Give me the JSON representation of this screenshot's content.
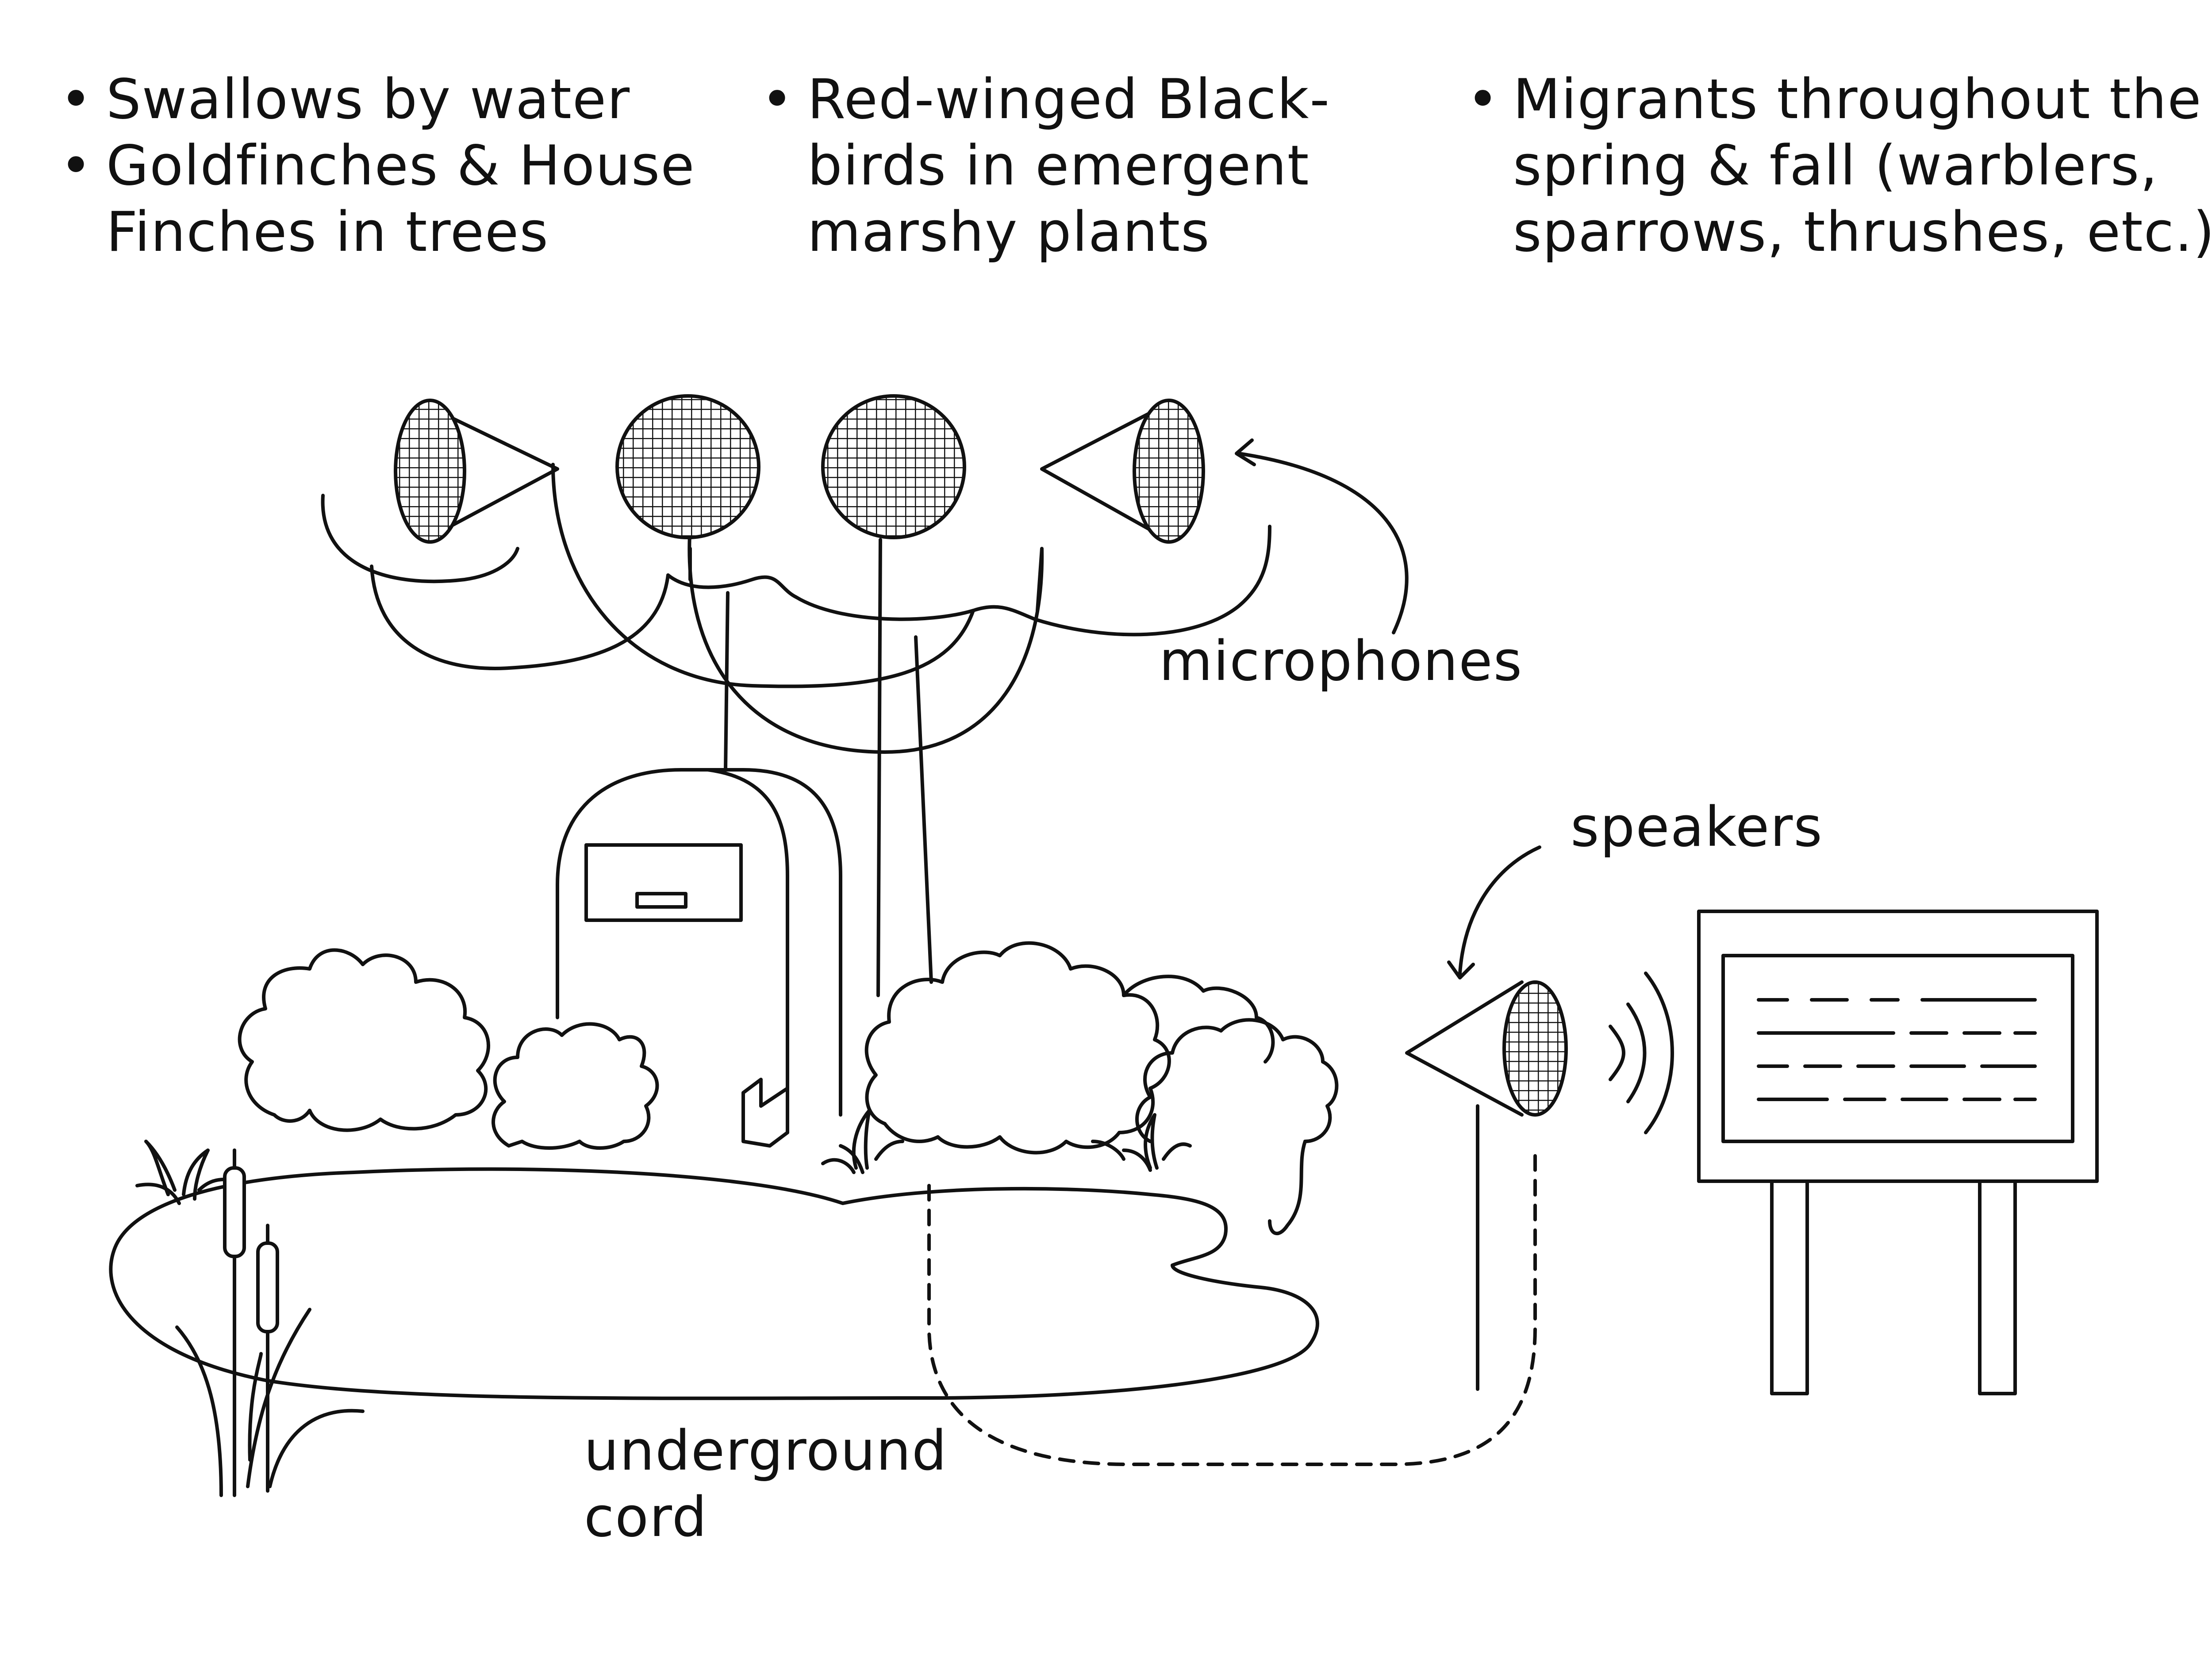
{
  "bird_notes": [
    {
      "lines": [
        "Swallows by water",
        "Goldfinches & House\nFinches in trees"
      ]
    },
    {
      "lines": [
        "Red-winged Black-\nbirds in emergent\nmarshy plants"
      ]
    },
    {
      "lines": [
        "Migrants throughout the\nspring & fall (warblers,\nsparrows, thrushes, etc.)"
      ]
    }
  ],
  "labels": {
    "microphones": "microphones",
    "speakers": "speakers",
    "underground_cord": "underground\ncord"
  },
  "colors": {
    "ink": "#111111",
    "background": "#ffffff"
  },
  "icons": [
    "microphone-icon",
    "speaker-icon",
    "mailbox-icon",
    "sign-icon",
    "cattail-icon",
    "shrub-icon",
    "pond-icon"
  ]
}
